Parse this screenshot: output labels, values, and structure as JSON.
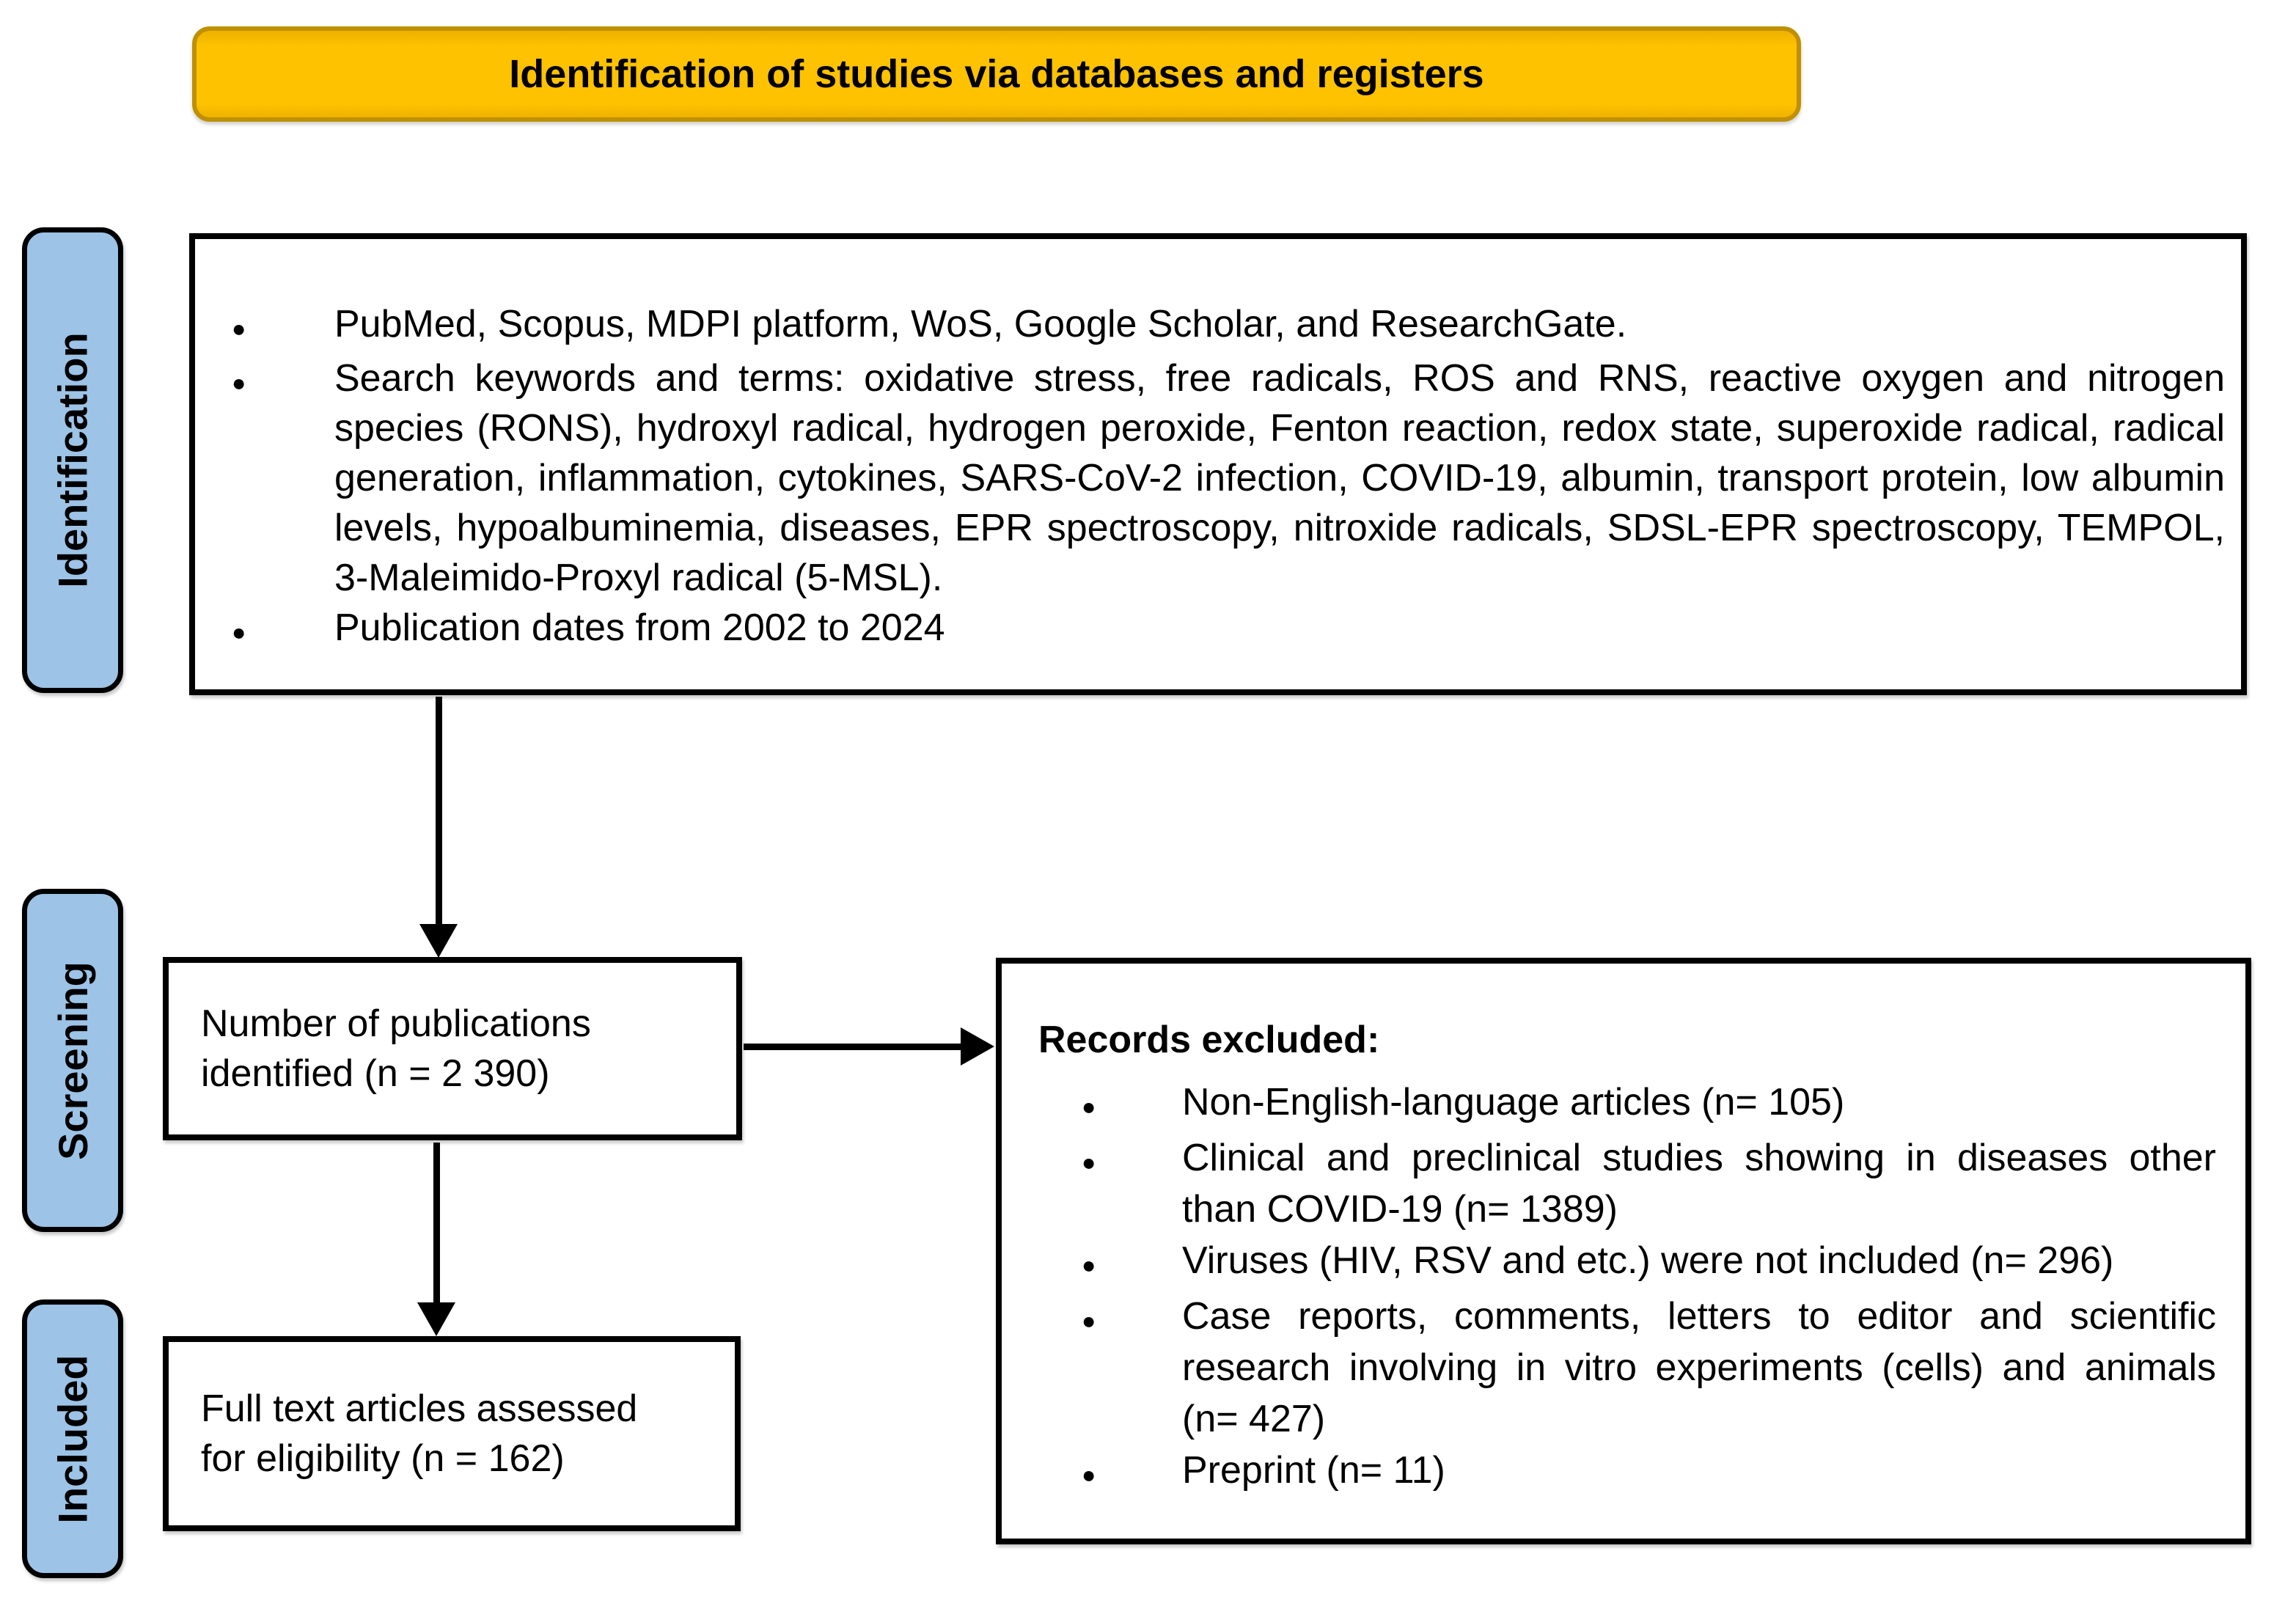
{
  "banner": {
    "title": "Identification of studies via databases and registers"
  },
  "stages": [
    {
      "label": "Identification"
    },
    {
      "label": "Screening"
    },
    {
      "label": "Included"
    }
  ],
  "identification_box": {
    "bullet_marker": "●",
    "bullets": [
      "PubMed, Scopus, MDPI platform, WoS, Google Scholar, and ResearchGate.",
      "Search keywords and terms: oxidative stress, free radicals, ROS and RNS, reactive oxygen and nitrogen species (RONS), hydroxyl radical, hydrogen peroxide, Fenton reaction, redox state, superoxide radical, radical generation, inflammation, cytokines, SARS-CoV-2 infection, COVID-19, albumin, transport protein, low albumin levels, hypoalbuminemia, diseases, EPR spectroscopy, nitroxide radicals, SDSL-EPR spectroscopy, TEMPOL, 3-Maleimido-Proxyl radical (5-MSL).",
      "Publication dates from 2002 to 2024"
    ]
  },
  "screening_box": {
    "text": "Number of publications identified (n = 2 390)"
  },
  "records_excluded_box": {
    "heading": "Records excluded:",
    "bullet_marker": "●",
    "bullets": [
      "Non-English-language articles (n= 105)",
      "Clinical and preclinical studies showing in diseases other than COVID-19 (n= 1389)",
      "Viruses (HIV, RSV and etc.) were not included (n= 296)",
      "Case reports, comments, letters to editor and scientific research involving in vitro experiments (cells) and animals  (n= 427)",
      "Preprint (n= 11)"
    ]
  },
  "included_box": {
    "text": "Full text articles assessed for eligibility (n = 162)"
  },
  "colors": {
    "banner_fill": "#FFC000",
    "banner_border": "#BF9000",
    "stage_fill": "#9DC3E6",
    "stage_border": "#000000",
    "box_border": "#000000",
    "text": "#000000"
  }
}
